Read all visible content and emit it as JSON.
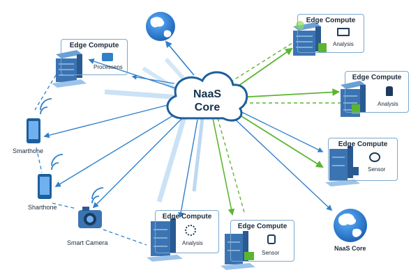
{
  "core": {
    "line1": "NaaS",
    "line2": "Core"
  },
  "nodes": {
    "edge_tl": {
      "title": "Edge Compute",
      "sub": "Processens"
    },
    "edge_tr": {
      "title": "Edge Compute",
      "sub": "Analysis"
    },
    "edge_r1": {
      "title": "Edge Compute",
      "sub": "Analysis"
    },
    "edge_r2": {
      "title": "Edge Compute",
      "sub": "Sensor"
    },
    "edge_b1": {
      "title": "Edge Compute",
      "sub": "Analysis"
    },
    "edge_b2": {
      "title": "Edge Compute",
      "sub": "Sensor"
    }
  },
  "devices": {
    "phone1": "Smarthone",
    "phone2": "Sharthone",
    "camera": "Smart Camera",
    "globe_br": "NaaS Core"
  },
  "colors": {
    "blue_link": "#2f80c9",
    "green_link": "#5cb531",
    "server_blue": "#3b74b3",
    "card_border": "#7aa8cf"
  },
  "icons": [
    "globe-icon",
    "server-icon",
    "smartphone-icon",
    "camera-icon",
    "monitor-icon",
    "microscope-icon",
    "sensor-icon",
    "analysis-icon",
    "processing-icon",
    "wifi-icon"
  ]
}
